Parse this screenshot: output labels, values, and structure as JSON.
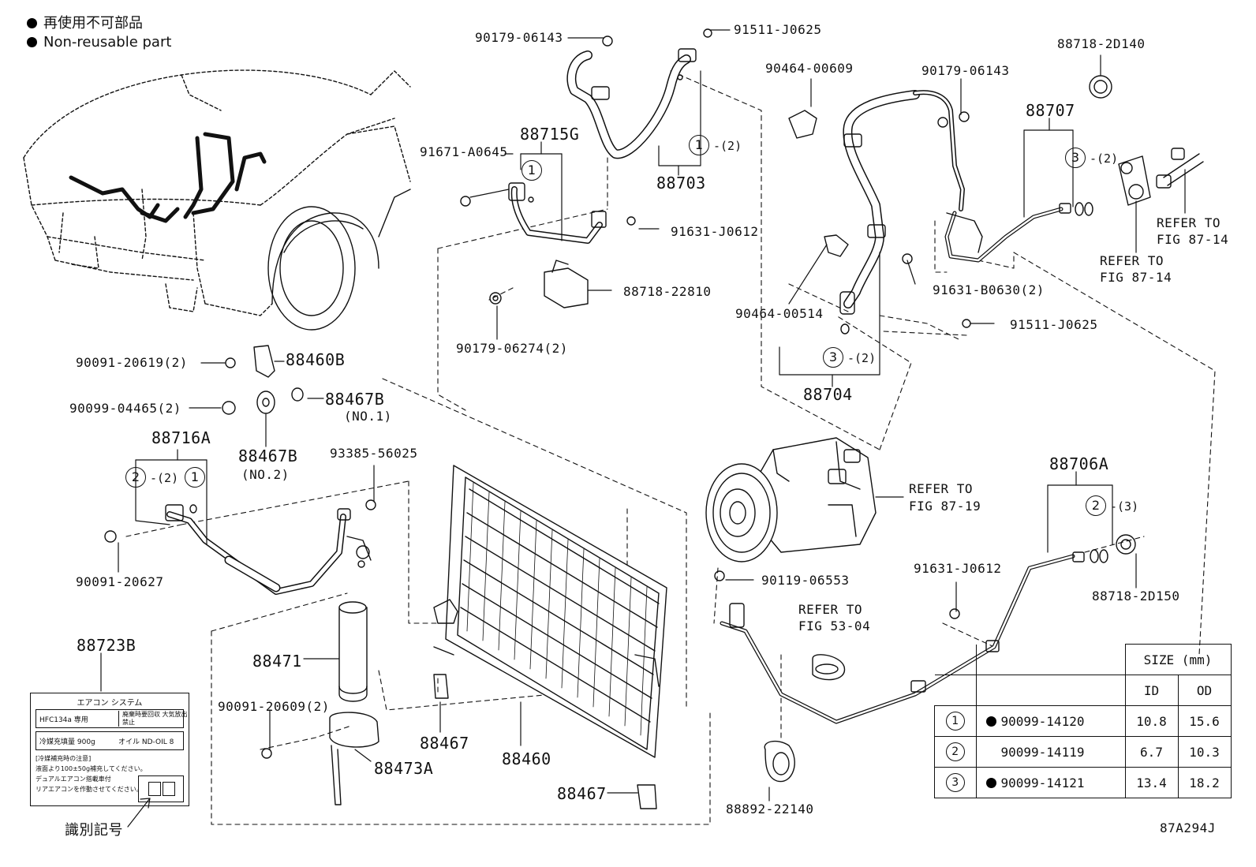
{
  "legend": {
    "line1": "再使用不可部品",
    "line2": "Non-reusable part"
  },
  "labels": {
    "p90179_06143_a": "90179-06143",
    "p91511_J0625_a": "91511-J0625",
    "p88718_2D140": "88718-2D140",
    "p90464_00609": "90464-00609",
    "p90179_06143_b": "90179-06143",
    "p88707": "88707",
    "p88715G": "88715G",
    "p91671_A0645": "91671-A0645",
    "p88703": "88703",
    "p91631_J0612_a": "91631-J0612",
    "p88718_22810": "88718-22810",
    "p90179_06274": "90179-06274(2)",
    "refer_87_14_a1": "REFER TO",
    "refer_87_14_a2": "FIG 87-14",
    "refer_87_14_b1": "REFER TO",
    "refer_87_14_b2": "FIG 87-14",
    "p91631_B0630": "91631-B0630(2)",
    "p90464_00514": "90464-00514",
    "p91511_J0625_b": "91511-J0625",
    "p88704": "88704",
    "p90091_20619": "90091-20619(2)",
    "p88460B": "88460B",
    "p90099_04465": "90099-04465(2)",
    "p88467B_1": "88467B",
    "no1": "(NO.1)",
    "p88716A": "88716A",
    "p88467B_2": "88467B",
    "no2": "(NO.2)",
    "p93385_56025": "93385-56025",
    "refer_87_19_1": "REFER TO",
    "refer_87_19_2": "FIG 87-19",
    "p88706A": "88706A",
    "p90091_20627": "90091-20627",
    "p90119_06553": "90119-06553",
    "p91631_J0612_b": "91631-J0612",
    "p88718_2D150": "88718-2D150",
    "refer_53_04_1": "REFER TO",
    "refer_53_04_2": "FIG 53-04",
    "p88723B": "88723B",
    "p88471": "88471",
    "p90091_20609": "90091-20609(2)",
    "p88467_a": "88467",
    "p88460": "88460",
    "p88473A": "88473A",
    "p88467_b": "88467",
    "p88892_22140": "88892-22140",
    "id_mark": "識別記号",
    "fig_code": "87A294J"
  },
  "callouts": {
    "c1": "1",
    "c2": "1",
    "c3": "3",
    "c4": "3",
    "c5": "2",
    "c6": "1",
    "c7": "2",
    "q1": "-(2)",
    "q3": "-(2)",
    "q4": "-(2)",
    "q5": "-(2)",
    "q7": "-(3)"
  },
  "size_table": {
    "header": "SIZE (mm)",
    "col_id": "ID",
    "col_od": "OD",
    "rows": [
      {
        "no": "1",
        "part": "90099-14120",
        "non_reusable": true,
        "id": "10.8",
        "od": "15.6"
      },
      {
        "no": "2",
        "part": "90099-14119",
        "non_reusable": false,
        "id": "6.7",
        "od": "10.3"
      },
      {
        "no": "3",
        "part": "90099-14121",
        "non_reusable": true,
        "id": "13.4",
        "od": "18.2"
      }
    ]
  },
  "label_card": {
    "title": "エアコン システム",
    "refrigerant": "HFC134a 専用",
    "notice": "廃棄時要回収 大気放出禁止",
    "charge": "冷媒充填量 900g",
    "oil": "オイル ND-OIL 8",
    "note1": "[冷媒補充時の注意]",
    "note2": "液面より100±50g補充してください。",
    "note3": "デュアルエアコン搭載車付",
    "note4": "リアエアコンを作動させてください。"
  }
}
